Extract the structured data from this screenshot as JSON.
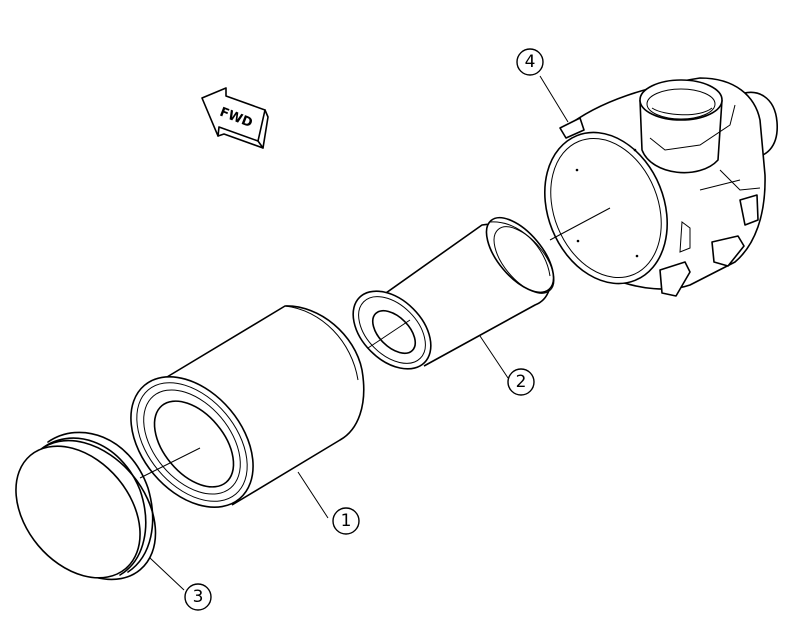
{
  "direction_label": "FWD",
  "callouts": [
    {
      "id": "1",
      "label": "1"
    },
    {
      "id": "2",
      "label": "2"
    },
    {
      "id": "3",
      "label": "3"
    },
    {
      "id": "4",
      "label": "4"
    }
  ],
  "colors": {
    "line": "#000000",
    "background": "#ffffff"
  }
}
